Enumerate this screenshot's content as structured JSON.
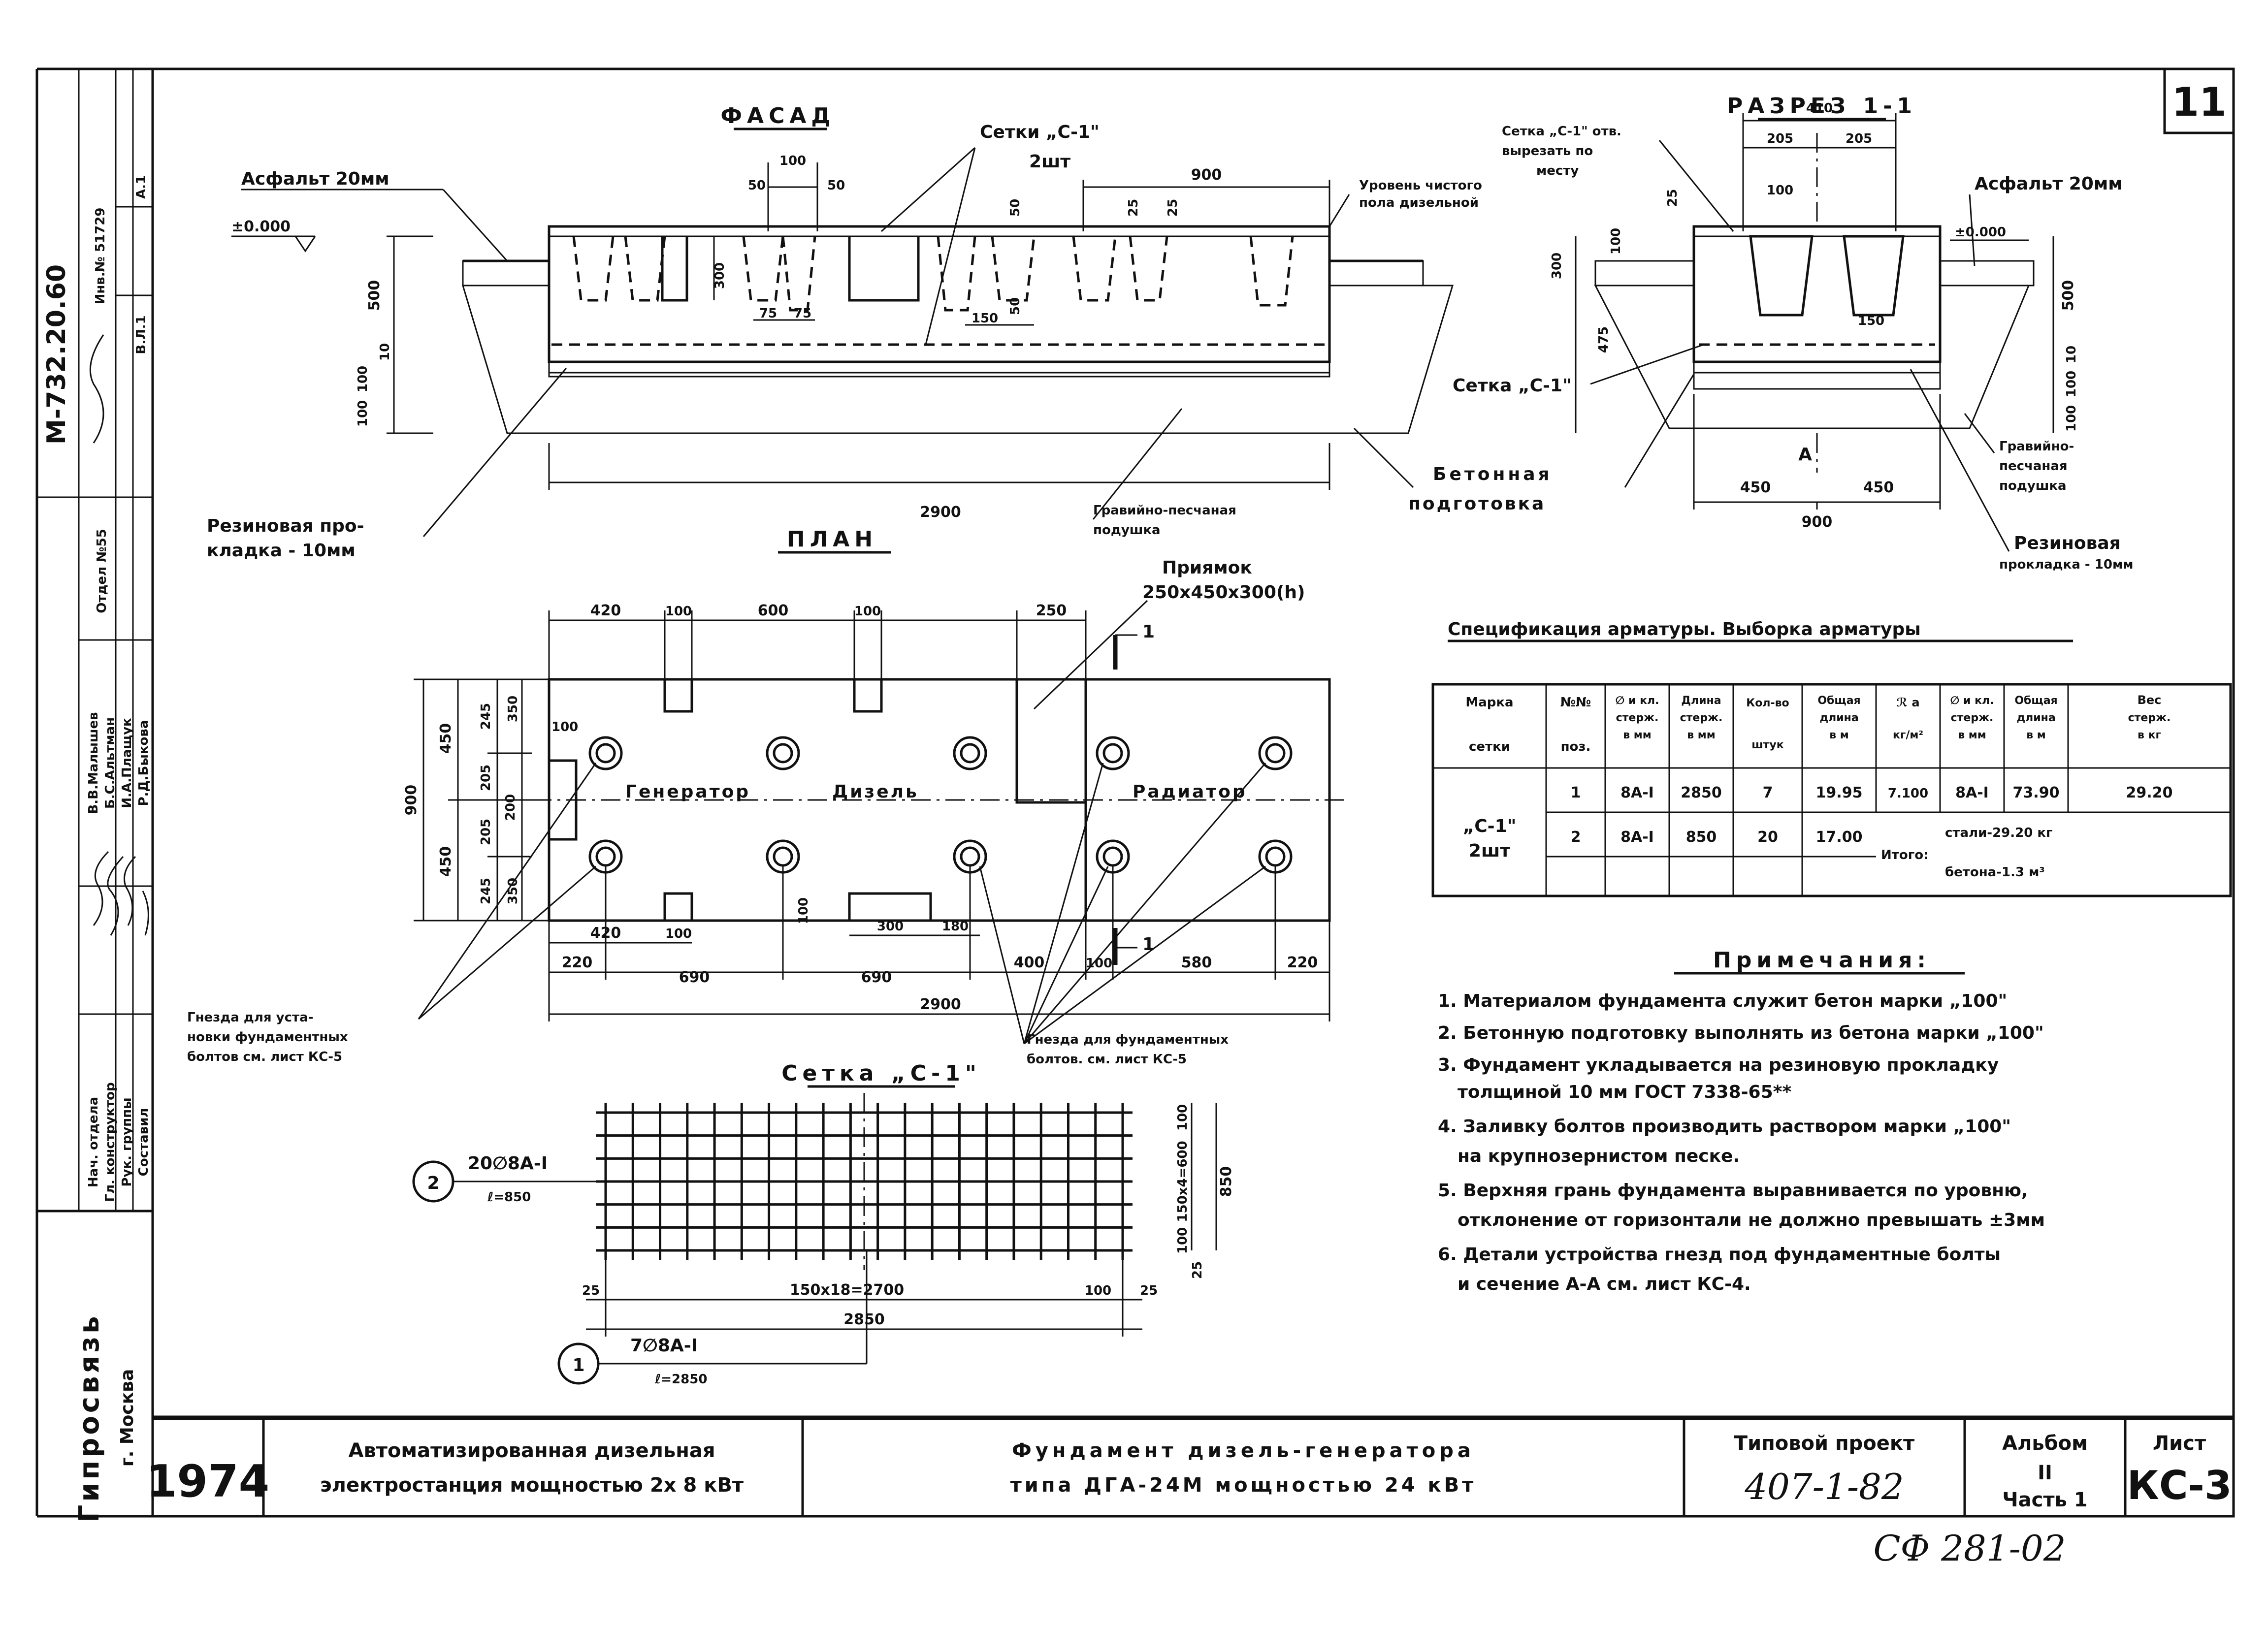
{
  "sheet_number": "11",
  "facade": {
    "title": "ФАСАД",
    "asphalt": "Асфальт 20мм",
    "level": "±0.000",
    "mesh": "Сетки „С-1\"",
    "mesh_count": "2шт",
    "floor_level_1": "Уровень чистого",
    "floor_level_2": "пола дизельной",
    "rubber_1": "Резиновая про-",
    "rubber_2": "кладка - 10мм",
    "gravel_1": "Гравийно-песчаная",
    "gravel_2": "подушка",
    "dims": [
      "100",
      "50",
      "50",
      "900",
      "25",
      "25",
      "500",
      "300",
      "10",
      "100",
      "100",
      "75",
      "75",
      "150",
      "50",
      "50",
      "2900"
    ]
  },
  "section": {
    "title": "РАЗРЕЗ 1-1",
    "mesh_hole_1": "Сетка „С-1\" отв.",
    "mesh_hole_2": "вырезать по",
    "mesh_hole_3": "месту",
    "asphalt": "Асфальт 20мм",
    "level": "±0.000",
    "mesh": "Сетка „С-1\"",
    "concrete_1": "Бетонная",
    "concrete_2": "подготовка",
    "gravel_1": "Гравийно-",
    "gravel_2": "песчаная",
    "gravel_3": "подушка",
    "rubber_1": "Резиновая",
    "rubber_2": "прокладка - 10мм",
    "cut_mark": "А",
    "dims": [
      "410",
      "205",
      "205",
      "100",
      "25",
      "100",
      "300",
      "475",
      "150",
      "500",
      "10",
      "100",
      "100",
      "450",
      "450",
      "900"
    ]
  },
  "plan": {
    "title": "ПЛАН",
    "pit_1": "Приямок",
    "pit_2": "250x450x300(h)",
    "generator": "Генератор",
    "diesel": "Дизель",
    "radiator": "Радиатор",
    "sockets_left_1": "Гнезда для уста-",
    "sockets_left_2": "новки фундаментных",
    "sockets_left_3": "болтов см. лист КС-5",
    "sockets_right_1": "Гнезда для фундаментных",
    "sockets_right_2": "болтов. см. лист КС-5",
    "cut": "1",
    "dims_top": [
      "420",
      "100",
      "600",
      "100",
      "250"
    ],
    "dims_left": [
      "900",
      "450",
      "450",
      "245",
      "205",
      "200",
      "205",
      "245",
      "350",
      "350",
      "100"
    ],
    "dims_bottom": [
      "420",
      "100",
      "100",
      "300",
      "180",
      "220",
      "690",
      "690",
      "400",
      "100",
      "580",
      "220",
      "2900"
    ]
  },
  "mesh": {
    "title": "Сетка „С-1\"",
    "pos2_num": "2",
    "pos2_spec": "20∅8А-I",
    "pos2_len": "ℓ=850",
    "pos1_num": "1",
    "pos1_spec": "7∅8А-I",
    "pos1_len": "ℓ=2850",
    "dims": [
      "25",
      "150x18=2700",
      "100",
      "25",
      "2850",
      "100",
      "150x4=600",
      "100",
      "25",
      "850"
    ]
  },
  "spec": {
    "title": "Спецификация арматуры. Выборка арматуры",
    "headers": [
      [
        "Марка",
        "сетки"
      ],
      [
        "№№",
        "поз."
      ],
      [
        "∅ и кл.",
        "стерж.",
        "в мм"
      ],
      [
        "Длина",
        "стерж.",
        "в мм"
      ],
      [
        "Кол-во",
        "штук"
      ],
      [
        "Общая",
        "длина",
        "в м"
      ],
      [
        "ℛ а",
        "кг/м²"
      ],
      [
        "∅ и кл.",
        "стерж.",
        "в мм"
      ],
      [
        "Общая",
        "длина",
        "в м"
      ],
      [
        "Вес",
        "стерж.",
        "в кг"
      ]
    ],
    "mark": "„С-1\"",
    "mark_count": "2шт",
    "rows": [
      [
        "1",
        "8А-I",
        "2850",
        "7",
        "19.95",
        "7.100",
        "8А-I",
        "73.90",
        "29.20"
      ],
      [
        "2",
        "8А-I",
        "850",
        "20",
        "17.00"
      ]
    ],
    "total_label": "Итого:",
    "total_steel": "стали-29.20 кг",
    "total_concrete": "бетона-1.3 м³"
  },
  "notes": {
    "title": "Примечания:",
    "items": [
      "1. Материалом фундамента служит бетон марки „100\"",
      "2. Бетонную подготовку выполнять из бетона марки „100\"",
      "3. Фундамент укладывается на резиновую прокладку",
      "толщиной 10 мм ГОСТ 7338-65**",
      "4. Заливку болтов производить раствором марки „100\"",
      "на крупнозернистом песке.",
      "5. Верхняя грань фундамента выравнивается по уровню,",
      "отклонение от горизонтали не должно превышать ±3мм",
      "6. Детали устройства гнезд под фундаментные болты",
      "и сечение А-А см. лист КС-4."
    ]
  },
  "side": {
    "code": "М-732.20.60",
    "inv": "Инв.№ 51729",
    "a1": "А.1",
    "v1": "В.Л.1",
    "roles": [
      "Нач. отдела",
      "Гл. конструктор",
      "Рук. группы",
      "Составил"
    ],
    "names": [
      "В.В.Малышев",
      "Б.С.Альтман",
      "И.А.Плащук",
      "Р.Д.Быкова"
    ],
    "dept": "Отдел №55",
    "org": "Гипросвязь",
    "city": "г. Москва"
  },
  "titleblock": {
    "year": "1974",
    "object_1": "Автоматизированная дизельная",
    "object_2": "электростанция мощностью 2х 8 кВт",
    "drawing_1": "Фундамент дизель-генератора",
    "drawing_2": "типа ДГА-24М мощностью 24 кВт",
    "project_label": "Типовой проект",
    "project_no": "407-1-82",
    "album_label": "Альбом",
    "album_no": "II",
    "part": "Часть 1",
    "sheet_label": "Лист",
    "sheet_no": "КС-3",
    "stamp": "СФ 281-02"
  }
}
